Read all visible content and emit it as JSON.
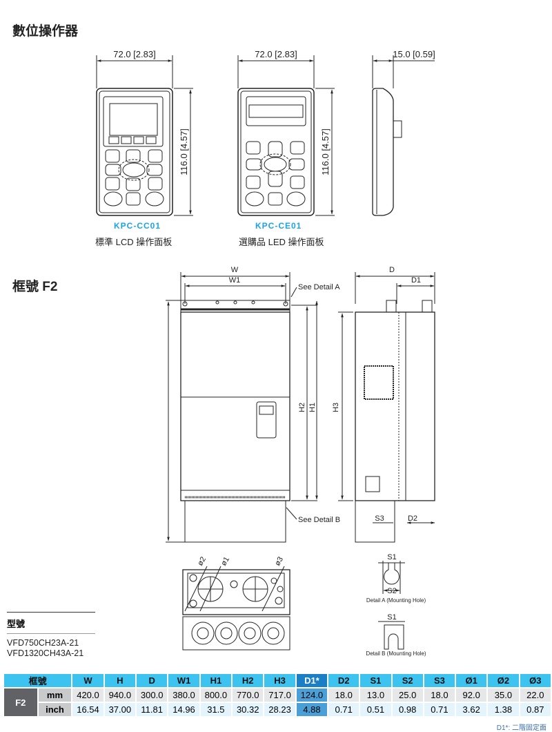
{
  "keypad_section": {
    "title": "數位操作器",
    "dim_width_1": "72.0 [2.83]",
    "dim_width_2": "72.0 [2.83]",
    "dim_depth": "15.0 [0.59]",
    "dim_height_1": "116.0 [4.57]",
    "dim_height_2": "116.0 [4.57]",
    "keypads": [
      {
        "code": "KPC-CC01",
        "desc": "標準 LCD 操作面板"
      },
      {
        "code": "KPC-CE01",
        "desc": "選購品 LED 操作面板"
      }
    ]
  },
  "frame_section": {
    "title": "框號 F2",
    "labels": {
      "W": "W",
      "W1": "W1",
      "D": "D",
      "D1": "D1",
      "H1": "H1",
      "H2": "H2",
      "H3": "H3",
      "S3": "S3",
      "D2": "D2",
      "see_a": "See Detail A",
      "see_b": "See Detail B",
      "phi1": "ø1",
      "phi2": "ø2",
      "phi3": "ø3",
      "S1": "S1",
      "S2": "S2",
      "detail_a": "Detail A (Mounting Hole)",
      "detail_b": "Detail B (Mounting Hole)"
    }
  },
  "models": {
    "label": "型號",
    "items": [
      "VFD750CH23A-21",
      "VFD1320CH43A-21"
    ]
  },
  "table": {
    "frame_header": "框號",
    "headers": [
      "W",
      "H",
      "D",
      "W1",
      "H1",
      "H2",
      "H3",
      "D1*",
      "D2",
      "S1",
      "S2",
      "S3",
      "Ø1",
      "Ø2",
      "Ø3"
    ],
    "highlight_index": 7,
    "frame": "F2",
    "rows": [
      {
        "unit": "mm",
        "values": [
          "420.0",
          "940.0",
          "300.0",
          "380.0",
          "800.0",
          "770.0",
          "717.0",
          "124.0",
          "18.0",
          "13.0",
          "25.0",
          "18.0",
          "92.0",
          "35.0",
          "22.0"
        ]
      },
      {
        "unit": "inch",
        "values": [
          "16.54",
          "37.00",
          "11.81",
          "14.96",
          "31.5",
          "30.32",
          "28.23",
          "4.88",
          "0.71",
          "0.51",
          "0.98",
          "0.71",
          "3.62",
          "1.38",
          "0.87"
        ]
      }
    ],
    "footnote": "D1*: 二階固定面"
  },
  "colors": {
    "accent": "#1aa3e8",
    "header": "#3cc3f0",
    "highlight": "#1a7fc4"
  }
}
